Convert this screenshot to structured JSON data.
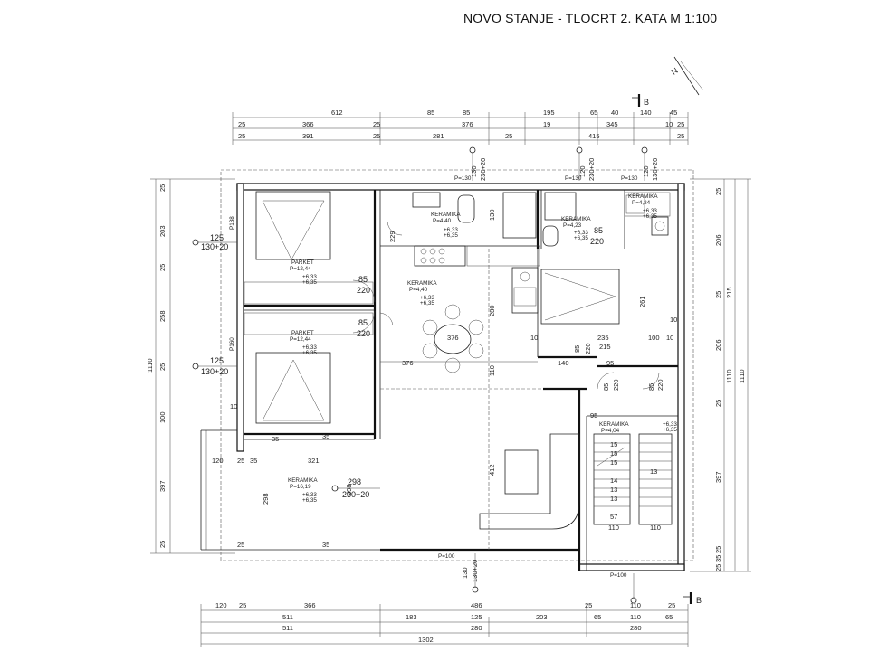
{
  "title": "NOVO STANJE - TLOCRT 2. KATA  M 1:100",
  "north": "N",
  "section_mark": "B",
  "dims": {
    "top1": [
      "612",
      "85",
      "85",
      "195",
      "65",
      "40",
      "140",
      "45"
    ],
    "top2": [
      "366",
      "25",
      "376",
      "19",
      "345",
      "10",
      "25"
    ],
    "top3": [
      "391",
      "25",
      "281",
      "25",
      "415",
      "25"
    ],
    "bottom1": [
      "120",
      "25",
      "366",
      "486",
      "25",
      "110",
      "25"
    ],
    "bottom2": [
      "511",
      "183",
      "125",
      "203",
      "65",
      "110",
      "65"
    ],
    "bottom3": [
      "511",
      "280",
      "280"
    ],
    "bottom_total": "1302",
    "left": [
      "25",
      "203",
      "25",
      "258",
      "25",
      "100",
      "397",
      "25"
    ],
    "left_total": "1110",
    "right": [
      "25",
      "206",
      "25",
      "206",
      "25",
      "397",
      "25",
      "35",
      "25"
    ],
    "right_total1": "1110",
    "right_total2": "1110",
    "right_inner": "215"
  },
  "rooms": [
    {
      "name": "PARKET",
      "area": "P=12,44",
      "lv1": "+6,33",
      "lv2": "+6,35"
    },
    {
      "name": "PARKET",
      "area": "P=12,44",
      "lv1": "+6,33",
      "lv2": "+6,35"
    },
    {
      "name": "KERAMIKA",
      "area": "P=4,40",
      "lv1": "+6,33",
      "lv2": "+6,35"
    },
    {
      "name": "KERAMIKA",
      "area": "P=4,40",
      "lv1": "+6,33",
      "lv2": "+6,35"
    },
    {
      "name": "KERAMIKA",
      "area": "P=4,23",
      "lv1": "+6,33",
      "lv2": "+6,35"
    },
    {
      "name": "KERAMIKA",
      "area": "P=4,24",
      "lv1": "+6,33",
      "lv2": "+6,35"
    },
    {
      "name": "KERAMIKA",
      "area": "P=16,19",
      "lv1": "+6,33",
      "lv2": "+6,35"
    },
    {
      "name": "KERAMIKA",
      "area": "P=4,04",
      "lv1": "+6,33",
      "lv2": "+6,35"
    }
  ],
  "openings": {
    "win_left1": "125",
    "win_left1b": "130+20",
    "win_left2": "125",
    "win_left2b": "130+20",
    "win_terr": "298",
    "win_terr2": "230+20",
    "win_top1": "130",
    "win_top2": "230+20",
    "win_top3": "120",
    "win_top4": "120",
    "win_top5": "130+20",
    "win_bot1": "130",
    "win_bot2": "130+20",
    "p_labels": [
      "P=130",
      "P=130",
      "P=130",
      "P=100",
      "P=100"
    ],
    "p188": "P188",
    "p160": "P160",
    "doors": [
      "85",
      "220",
      "85",
      "220",
      "85",
      "220",
      "85",
      "220",
      "85",
      "220",
      "85",
      "220"
    ],
    "inner": [
      "376",
      "376",
      "280",
      "412",
      "298",
      "398",
      "321",
      "261",
      "235",
      "215",
      "140",
      "95",
      "95",
      "100",
      "10",
      "10",
      "10",
      "110",
      "35",
      "35",
      "35",
      "25",
      "25",
      "120",
      "35",
      "229",
      "130",
      "110",
      "110",
      "15",
      "15",
      "15",
      "14",
      "13",
      "13",
      "13",
      "57",
      "10"
    ]
  }
}
